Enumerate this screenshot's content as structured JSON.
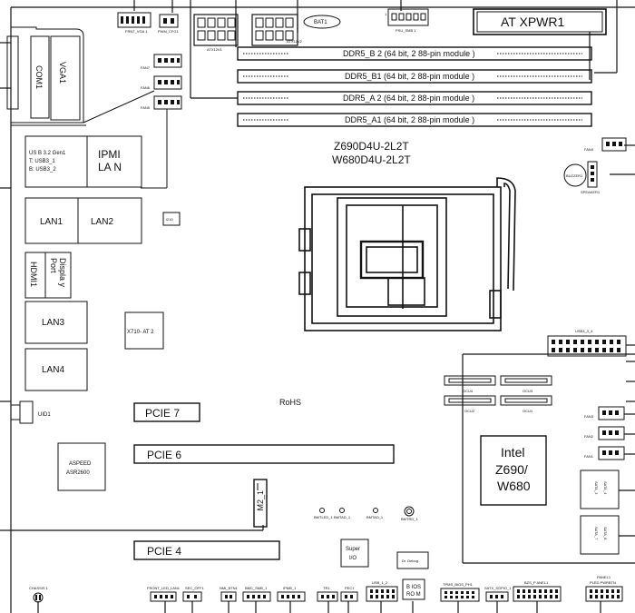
{
  "header": {
    "frnt_vga": "FRNT_VGA 1",
    "pwm_cfg": "PWM_CFG1",
    "atx12v1": "ATX12V1",
    "atx12v2": "ATX12V2",
    "bat": "BAT1",
    "psu_smb": "PSU_SMB 1",
    "psu_smb_pin": "1",
    "atxpwr": "AT XPWR1"
  },
  "left_io": {
    "vga": "VGA1",
    "com": "COM1",
    "fan7": "FAN7",
    "fan6": "FAN6",
    "fan5": "FAN5",
    "usb_title": "US B 3.2 Gen1",
    "usb_t": "T: USB3_1",
    "usb_b": "B: USB3_2",
    "ipmi_1": "IPMI",
    "ipmi_2": "LA N",
    "lan1": "LAN1",
    "lan2": "LAN2",
    "i210": "i210",
    "hdmi": "HDMI1",
    "dp_1": "Displa y",
    "dp_2": "Port",
    "lan3": "LAN3",
    "lan4": "LAN4",
    "x710": "X710- AT 2",
    "uid": "UID1"
  },
  "dimms": [
    "DDR5_B 2 (64 bit, 2 88-pin module )",
    "DDR5_B1 (64 bit, 2 88-pin module )",
    "DDR5_A 2 (64 bit, 2 88-pin module )",
    "DDR5_A1 (64 bit, 2 88-pin module )"
  ],
  "board": {
    "model_1": "Z690D4U-2L2T",
    "model_2": "W680D4U-2L2T",
    "rohs": "RoHS"
  },
  "right_side": {
    "fan4": "FAN4",
    "buzzer": "BUZZER1",
    "speaker": "SPEAKER1",
    "usb34": "USB3_3_4",
    "occ4": "OCU4",
    "occ3": "OCU3",
    "occ2": "OCU2",
    "occ1": "OCU1",
    "fan3": "FAN3",
    "fan2": "FAN2",
    "fan1": "FAN1",
    "pch_1": "Intel",
    "pch_2": "Z690/",
    "pch_3": "W680",
    "sata_a1": "SATA_3",
    "sata_a2": "SATA_4",
    "sata_b1": "SATA_7",
    "sata_b2": "SATA_8"
  },
  "slots": {
    "pcie7": "PCIE 7",
    "pcie6": "PCIE 6",
    "pcie4": "PCIE 4",
    "m2": "M2_1"
  },
  "chips": {
    "aspeed_1": "ASPEED",
    "aspeed_2": "ASR2600",
    "superio_1": "Super",
    "superio_2": "I/O",
    "dr_debug": "Dr. Debug",
    "bios_1": "B IOS",
    "bios_2": "RO M"
  },
  "leds": {
    "led1": "BMTLED_1",
    "led2": "BMTAD_1",
    "led3": "BMTAD_1",
    "led4": "BMTRD_1"
  },
  "bottom": {
    "chassis": "CHASSIS 1",
    "front_led_lan": "FRONT_LED_LAN1",
    "sec_off": "SEC_OFF1",
    "nmi_btn": "NMI_BTN1",
    "bmc_smb": "BMC_SMB_1",
    "ipmb": "IPMB_1",
    "tr1": "TR1",
    "pec1": "PEC1",
    "usb12": "USB_1_2",
    "tpm": "TPMS_BIOS_PH1",
    "satx_sgpio": "SATX_SGPIO_1",
    "bmc_panel": "BZS_P ANEL1",
    "panel_1": "PANEL1",
    "panel_2": "PLED  PWRBTN"
  }
}
